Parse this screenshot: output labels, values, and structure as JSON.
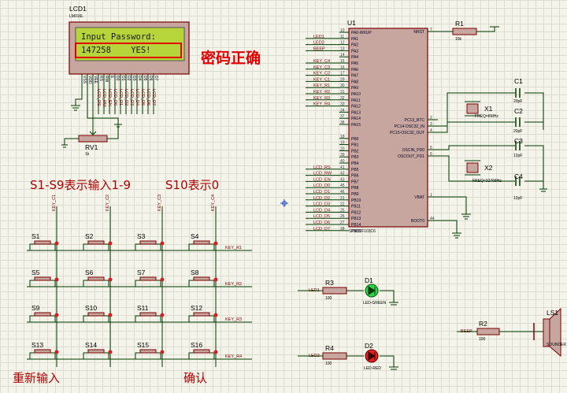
{
  "lcd": {
    "ref": "LCD1",
    "part": "LM016L",
    "line1": "Input Password:",
    "line2": "147258    YES!",
    "pins": [
      "VSS",
      "VDD",
      "VEE",
      "RS",
      "RW",
      "E",
      "D0",
      "D1",
      "D2",
      "D3",
      "D4",
      "D5",
      "D6",
      "D7"
    ],
    "net_labels": [
      "LCD_RS",
      "LCD_RW",
      "LCD_EN",
      "LCD_D0",
      "LCD_D1",
      "LCD_D2",
      "LCD_D3",
      "LCD_D4",
      "LCD_D5",
      "LCD_D6",
      "LCD_D7"
    ]
  },
  "status_text": "密码正确",
  "pot": {
    "ref": "RV1",
    "value": "1k"
  },
  "mcu": {
    "ref": "U1",
    "part": "STM32F103C6",
    "pins_left": [
      {
        "no": "10",
        "name": "PA0-WKUP",
        "net": ""
      },
      {
        "no": "11",
        "name": "PA1",
        "net": "LED1"
      },
      {
        "no": "12",
        "name": "PA2",
        "net": "LED2"
      },
      {
        "no": "13",
        "name": "PA3",
        "net": "BEEP"
      },
      {
        "no": "14",
        "name": "PA4",
        "net": ""
      },
      {
        "no": "15",
        "name": "PA5",
        "net": "KEY_C4"
      },
      {
        "no": "16",
        "name": "PA6",
        "net": "KEY_C3"
      },
      {
        "no": "17",
        "name": "PA7",
        "net": "KEY_C2"
      },
      {
        "no": "29",
        "name": "PA8",
        "net": "KEY_C1"
      },
      {
        "no": "30",
        "name": "PA9",
        "net": "KEY_R1"
      },
      {
        "no": "31",
        "name": "PA10",
        "net": "KEY_R2"
      },
      {
        "no": "32",
        "name": "PA11",
        "net": "KEY_R3"
      },
      {
        "no": "33",
        "name": "PA12",
        "net": "KEY_R4"
      },
      {
        "no": "34",
        "name": "PA13",
        "net": ""
      },
      {
        "no": "37",
        "name": "PA14",
        "net": ""
      },
      {
        "no": "38",
        "name": "PA15",
        "net": ""
      },
      {
        "no": "18",
        "name": "PB0",
        "net": ""
      },
      {
        "no": "19",
        "name": "PB1",
        "net": ""
      },
      {
        "no": "20",
        "name": "PB2",
        "net": ""
      },
      {
        "no": "39",
        "name": "PB3",
        "net": ""
      },
      {
        "no": "40",
        "name": "PB4",
        "net": ""
      },
      {
        "no": "41",
        "name": "PB5",
        "net": "LCD_RS"
      },
      {
        "no": "42",
        "name": "PB6",
        "net": "LCD_RW"
      },
      {
        "no": "43",
        "name": "PB7",
        "net": "LCD_EN"
      },
      {
        "no": "45",
        "name": "PB8",
        "net": "LCD_D0"
      },
      {
        "no": "46",
        "name": "PB9",
        "net": "LCD_D1"
      },
      {
        "no": "21",
        "name": "PB10",
        "net": "LCD_D2"
      },
      {
        "no": "22",
        "name": "PB11",
        "net": "LCD_D3"
      },
      {
        "no": "25",
        "name": "PB12",
        "net": "LCD_D4"
      },
      {
        "no": "26",
        "name": "PB13",
        "net": "LCD_D5"
      },
      {
        "no": "27",
        "name": "PB14",
        "net": "LCD_D6"
      },
      {
        "no": "28",
        "name": "PB15",
        "net": "LCD_D7"
      }
    ],
    "pins_right": [
      {
        "no": "7",
        "name": "NRST"
      },
      {
        "no": "2",
        "name": "PC13_RTC"
      },
      {
        "no": "3",
        "name": "PC14-OSC32_IN"
      },
      {
        "no": "4",
        "name": "PC15-OSC32_OUT"
      },
      {
        "no": "5",
        "name": "OSCIN_PD0"
      },
      {
        "no": "6",
        "name": "OSCOUT_PD1"
      },
      {
        "no": "1",
        "name": "VBAT"
      },
      {
        "no": "44",
        "name": "BOOT0"
      }
    ]
  },
  "r1": {
    "ref": "R1",
    "value": "10k"
  },
  "c1": {
    "ref": "C1",
    "value": "20pF"
  },
  "c2": {
    "ref": "C2",
    "value": "20pF"
  },
  "c3": {
    "ref": "C3",
    "value": "12pF"
  },
  "c4": {
    "ref": "C4",
    "value": "12pF"
  },
  "x1": {
    "ref": "X1",
    "value": "FREQ=8MHz"
  },
  "x2": {
    "ref": "X2",
    "value": "FREQ=32768Hz"
  },
  "keypad": {
    "caption1": "S1-S9表示输入1-9",
    "caption2": "S10表示0",
    "columns": [
      "KEY_C1",
      "KEY_C2",
      "KEY_C3",
      "KEY_C4"
    ],
    "rows": [
      "KEY_R1",
      "KEY_R2",
      "KEY_R3",
      "KEY_R4"
    ],
    "switches": [
      "S1",
      "S2",
      "S3",
      "S4",
      "S5",
      "S6",
      "S7",
      "S8",
      "S9",
      "S10",
      "S11",
      "S12",
      "S13",
      "S14",
      "S15",
      "S16"
    ],
    "note_left": "重新输入",
    "note_right": "确认"
  },
  "led_green": {
    "net": "LED1",
    "r_ref": "R3",
    "r_value": "100",
    "ref": "D1",
    "part": "LED-GREEN",
    "color": "#2fd24a"
  },
  "led_red": {
    "net": "LED2",
    "r_ref": "R4",
    "r_value": "100",
    "ref": "D2",
    "part": "LED-RED",
    "color": "#e02020"
  },
  "buzzer": {
    "net": "BEEP",
    "r_ref": "R2",
    "r_value": "100",
    "ref": "LS1",
    "part": "SOUNDER"
  },
  "colors": {
    "wire": "#003a00",
    "body": "#c8a6a0",
    "body_stroke": "#7a0000",
    "lcd_screen": "#b6d53a",
    "accent": "#e00000"
  }
}
